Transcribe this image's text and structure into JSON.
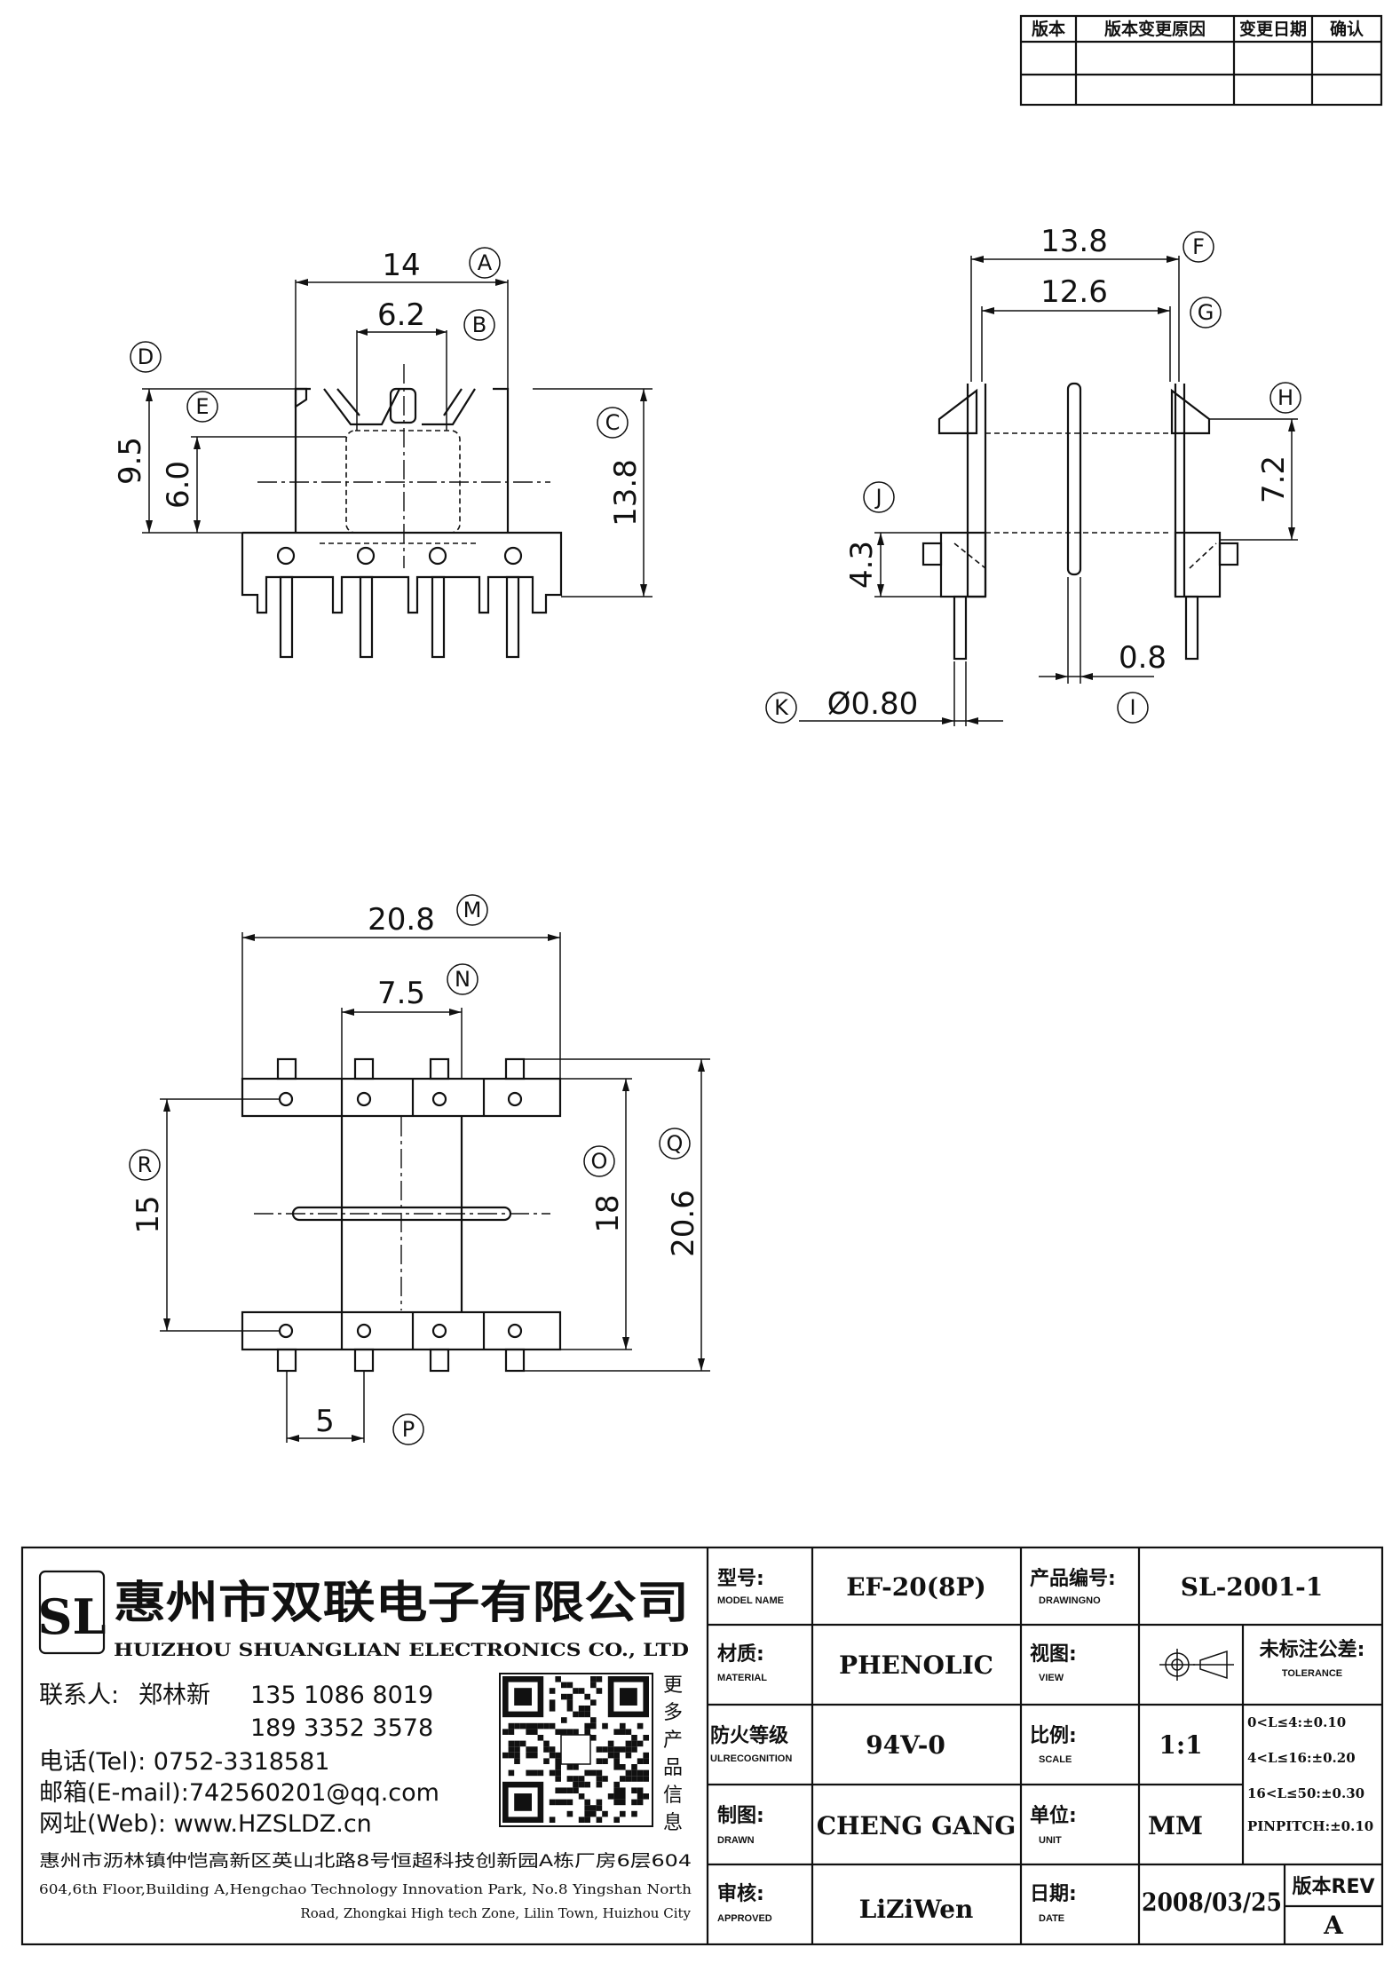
{
  "revision_table": {
    "headers": [
      "版本",
      "版本变更原因",
      "变更日期",
      "确认"
    ]
  },
  "dimensions": {
    "A": "14",
    "B": "6.2",
    "C": "13.8",
    "D": "9.5",
    "E": "6.0",
    "F": "13.8",
    "G": "12.6",
    "H": "7.2",
    "I": "0.8",
    "J": "4.3",
    "K": "Ø0.80",
    "M": "20.8",
    "N": "7.5",
    "O": "18",
    "P": "20.6",
    "Q": "5",
    "R": "15"
  },
  "callouts": [
    "A",
    "B",
    "C",
    "D",
    "E",
    "F",
    "G",
    "H",
    "I",
    "J",
    "K",
    "M",
    "N",
    "O",
    "P",
    "Q",
    "R"
  ],
  "company": {
    "logo_letters": "SL",
    "name_cn": "惠州市双联电子有限公司",
    "name_en": "HUIZHOU SHUANGLIAN ELECTRONICS CO., LTD",
    "contact_label": "联系人:",
    "contact_name": "郑林新",
    "phone1": "135 1086 8019",
    "phone2": "189 3352 3578",
    "tel": "电话(Tel): 0752-3318581",
    "email": "邮箱(E-mail):742560201@qq.com",
    "web": "网址(Web): www.HZSLDZ.cn",
    "address_cn": "惠州市沥林镇仲恺高新区英山北路8号恒超科技创新园A栋厂房6层604",
    "address_en_1": "604,6th Floor,Building A,Hengchao Technology Innovation Park, No.8 Yingshan North",
    "address_en_2": "Road, Zhongkai High tech Zone, Lilin Town, Huizhou City",
    "qr_side_text": [
      "更",
      "多",
      "产",
      "品",
      "信",
      "息"
    ]
  },
  "title_block": {
    "model": {
      "label_cn": "型号:",
      "label_en": "MODEL NAME",
      "value": "EF-20(8P)"
    },
    "drawing_no": {
      "label_cn": "产品编号:",
      "label_en": "DRAWINGNO",
      "value": "SL-2001-1"
    },
    "material": {
      "label_cn": "材质:",
      "label_en": "MATERIAL",
      "value": "PHENOLIC"
    },
    "view": {
      "label_cn": "视图:",
      "label_en": "VIEW"
    },
    "tolerance": {
      "label_cn": "未标注公差:",
      "label_en": "TOLERANCE",
      "lines": [
        "0<L≤4:±0.10",
        "4<L≤16:±0.20",
        "16<L≤50:±0.30",
        "PINPITCH:±0.10"
      ]
    },
    "flame": {
      "label_cn": "防火等级",
      "label_en": "ULRECOGNITION",
      "value": "94V-0"
    },
    "scale": {
      "label_cn": "比例:",
      "label_en": "SCALE",
      "value": "1:1"
    },
    "drawn": {
      "label_cn": "制图:",
      "label_en": "DRAWN",
      "value": "CHENG GANG"
    },
    "unit": {
      "label_cn": "单位:",
      "label_en": "UNIT",
      "value": "MM"
    },
    "approved": {
      "label_cn": "审核:",
      "label_en": "APPROVED",
      "value": "LiZiWen"
    },
    "date": {
      "label_cn": "日期:",
      "label_en": "DATE",
      "value": "2008/03/25"
    },
    "rev": {
      "label": "版本REV",
      "value": "A"
    }
  }
}
